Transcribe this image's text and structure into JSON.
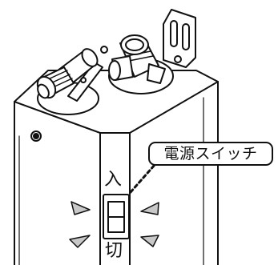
{
  "callout": {
    "label": "電源スイッチ"
  },
  "switch": {
    "on_label": "入",
    "off_label": "切"
  }
}
